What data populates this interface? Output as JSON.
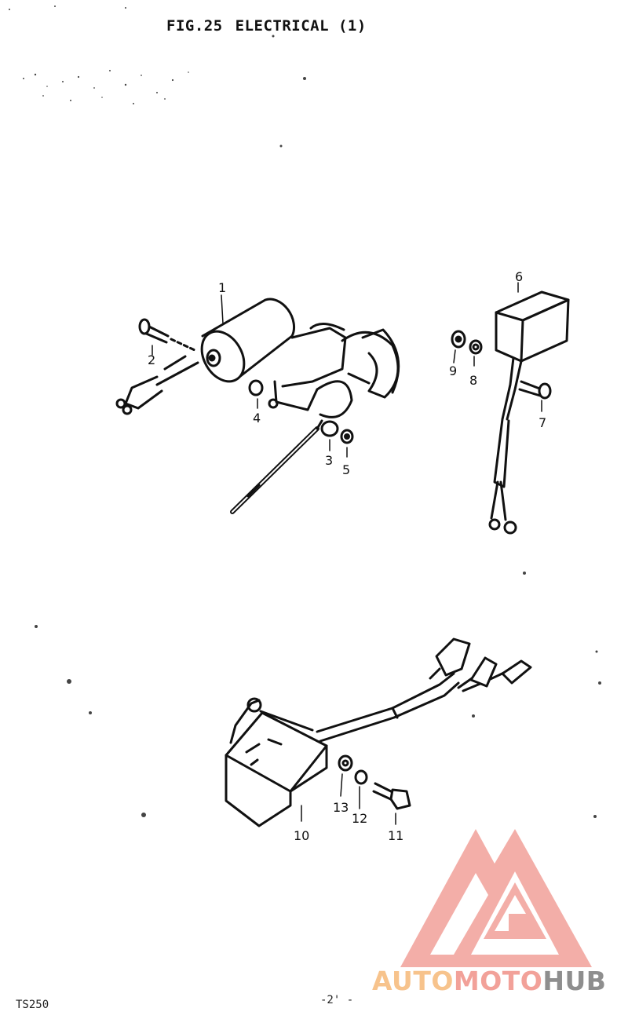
{
  "header": {
    "fig": "FIG.25",
    "title": "ELECTRICAL (1)"
  },
  "callouts": [
    "1",
    "2",
    "3",
    "4",
    "5",
    "6",
    "7",
    "8",
    "9",
    "10",
    "11",
    "12",
    "13"
  ],
  "footer": {
    "model": "TS250",
    "page": "-2' -"
  },
  "watermark": {
    "part1": "AUTO",
    "part2": "MOTO",
    "part3": "HUB",
    "colors": {
      "auto": "#f7c38c",
      "moto": "#f2a199",
      "hub": "#8e8e8e",
      "logo": "#f2a199"
    }
  }
}
